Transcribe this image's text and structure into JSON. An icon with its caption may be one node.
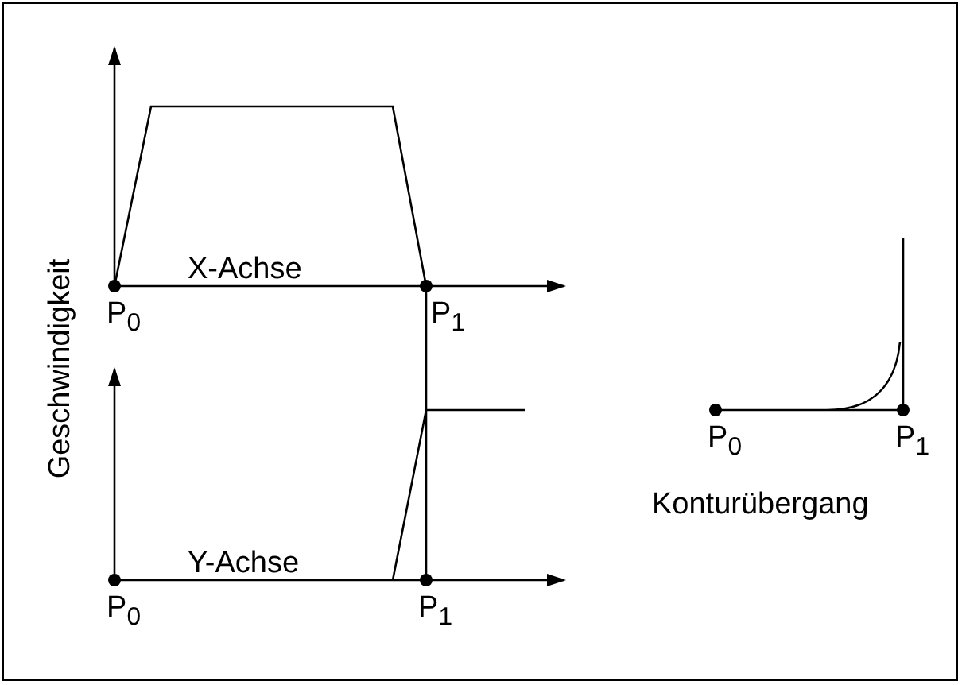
{
  "diagram": {
    "labels": [
      "X-Achse",
      "P$_{0}$",
      "P$_{1}$",
      "Y-Achse",
      "P$_{0}$",
      "P$_{1}$",
      "P$_{0}$",
      "P$_{1}$",
      "Konturübergang",
      "Geschwindigkeit"
    ]
  }
}
